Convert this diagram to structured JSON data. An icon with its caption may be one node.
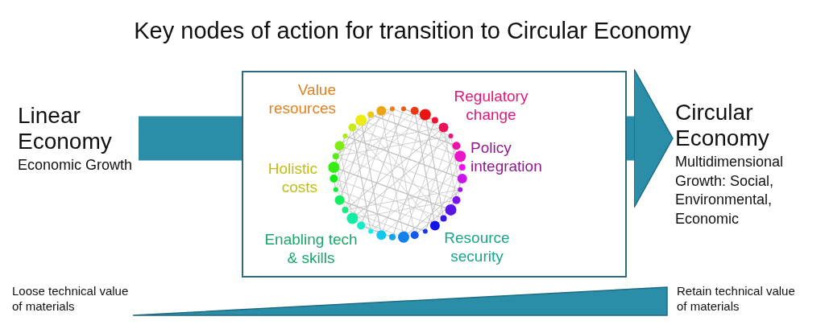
{
  "diagram": {
    "title": "Key nodes of action for transition to Circular Economy",
    "nodes": [
      {
        "text": [
          "Linear Economy",
          "Economic Growth"
        ]
      },
      {
        "text": [
          "Value resources",
          "Regulatory change",
          "Policy integration",
          "Holistic costs",
          "Enabling tech & skills",
          "Resource security"
        ]
      },
      {
        "text": [
          "Circular Economy",
          "Multidimensional Growth: Social, Environmental, Economic"
        ]
      },
      {
        "text": [],
        "shape": "wedge"
      }
    ],
    "edges": [
      {
        "from": 0,
        "to": 1,
        "arrow": "none"
      },
      {
        "from": 1,
        "to": 2,
        "arrow": "to"
      }
    ],
    "labels": [
      "Loose technical value of materials",
      "Retain technical value of materials"
    ]
  }
}
